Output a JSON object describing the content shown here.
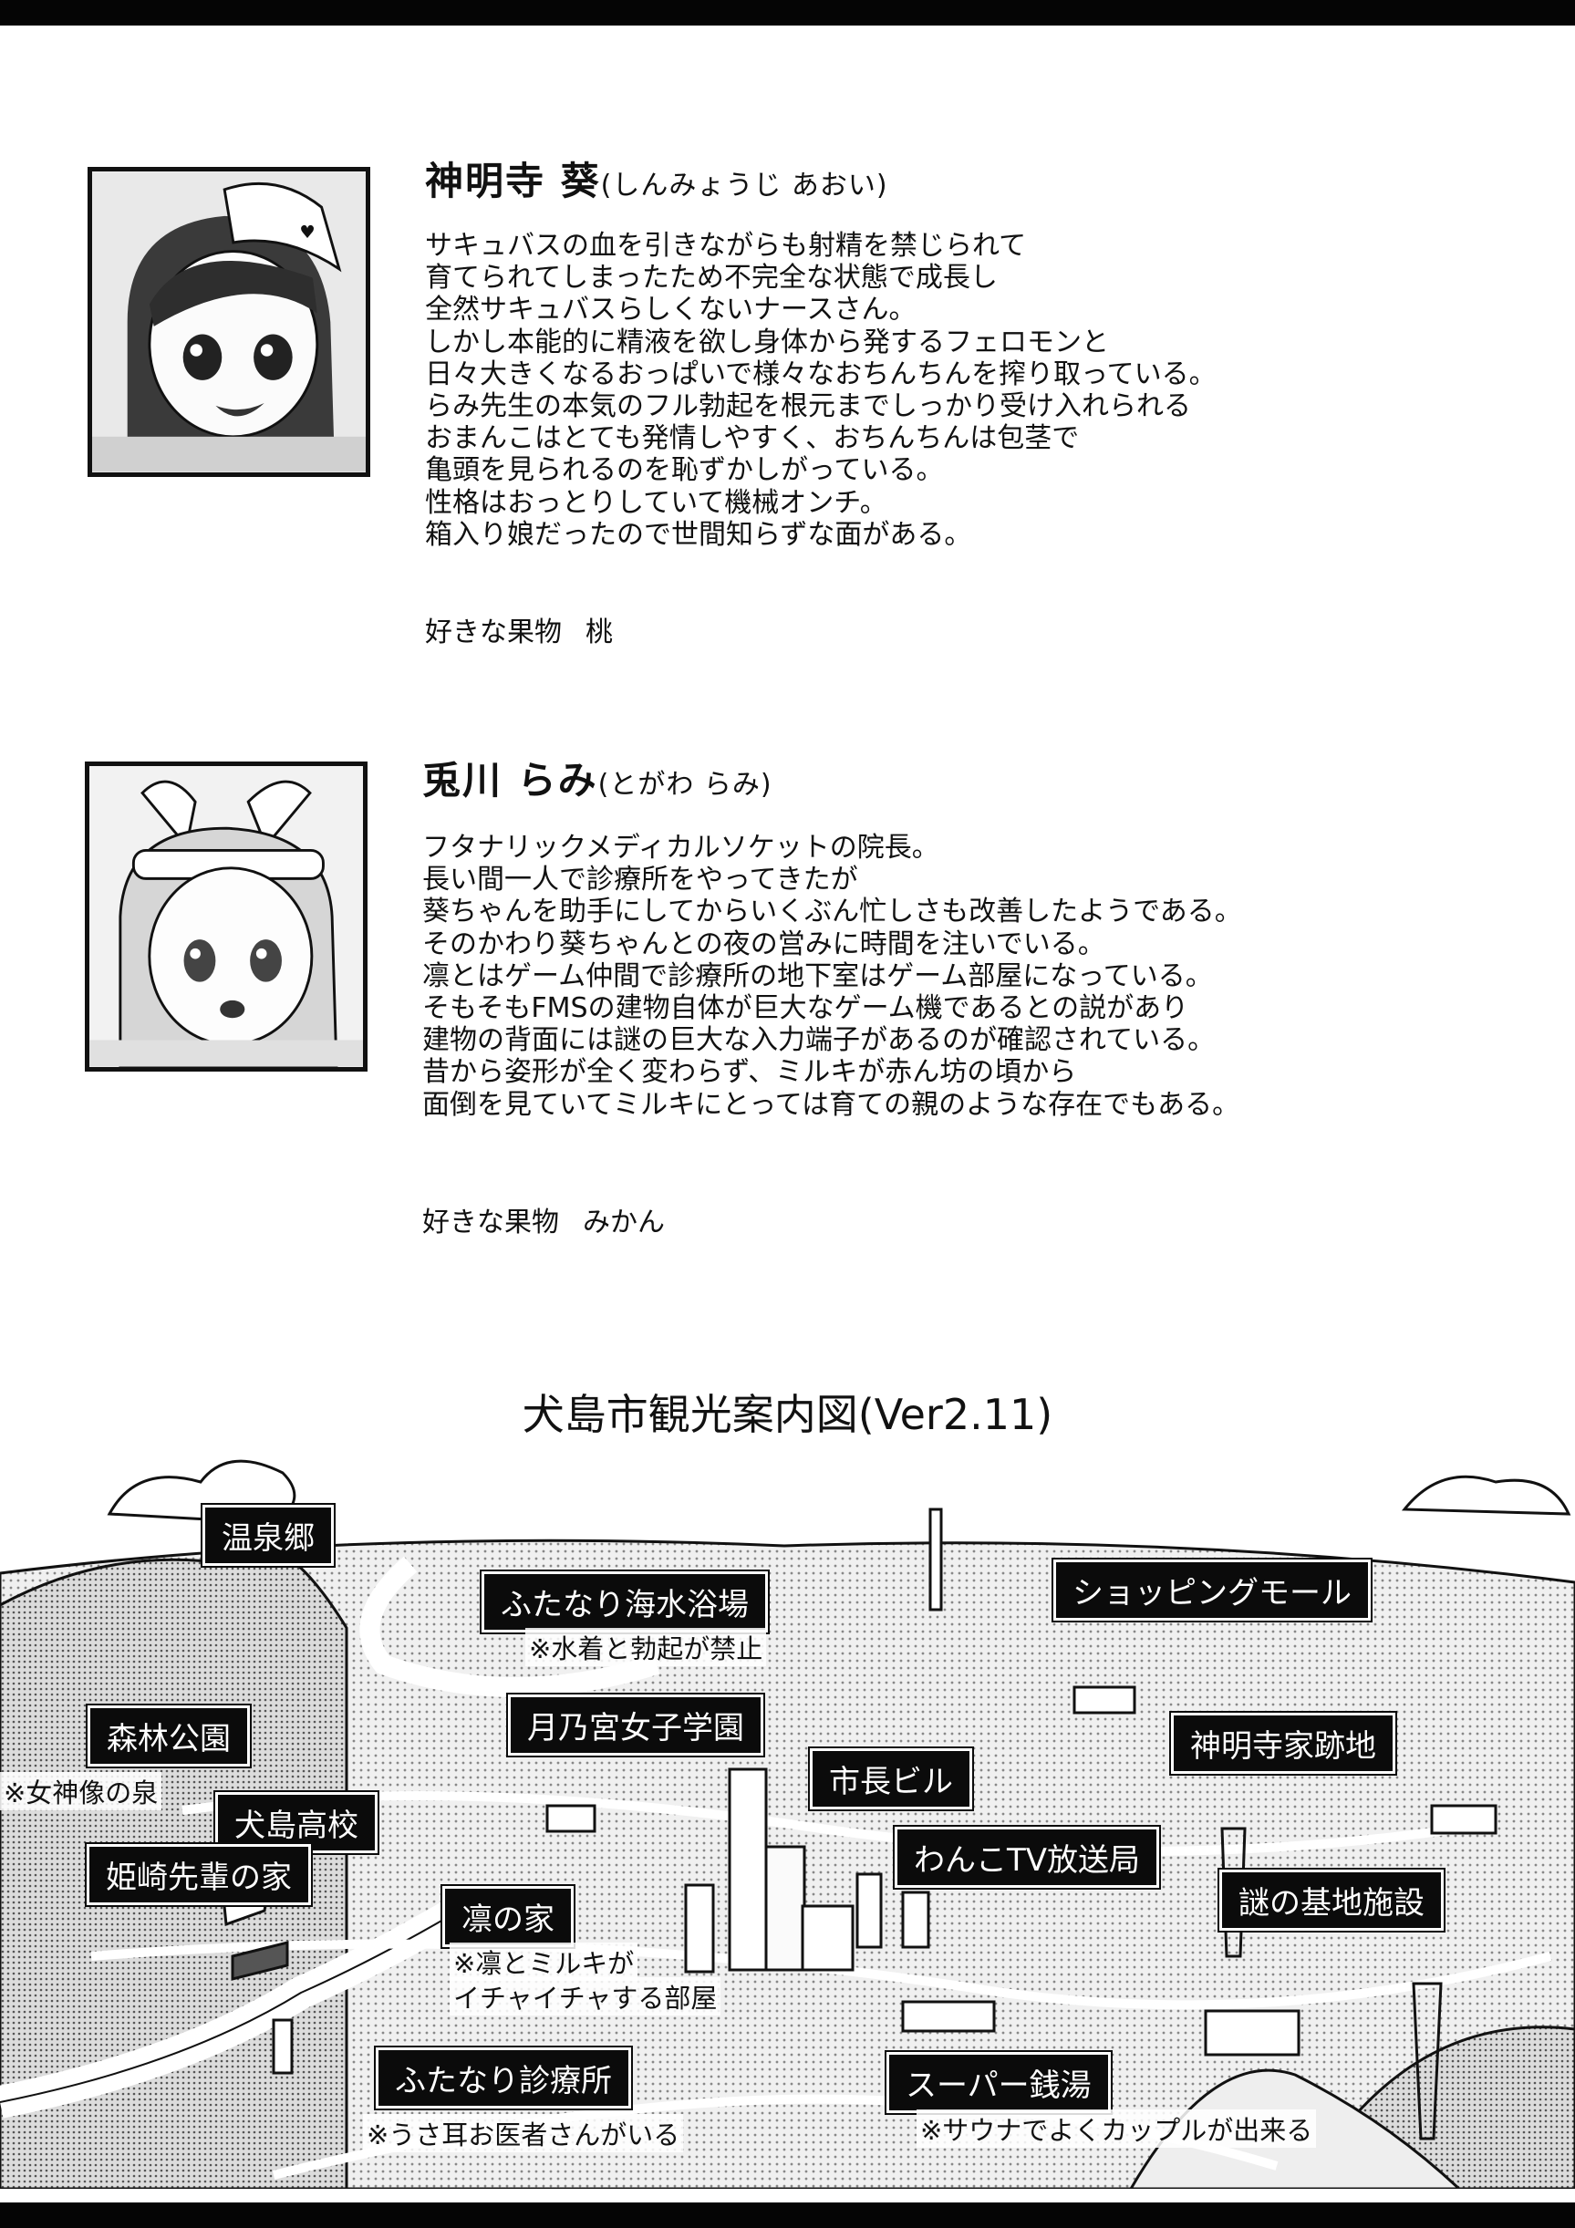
{
  "profiles": [
    {
      "name": "神明寺 葵",
      "reading": "(しんみょうじ あおい)",
      "bio": [
        "サキュバスの血を引きながらも射精を禁じられて",
        "育てられてしまったため不完全な状態で成長し",
        "全然サキュバスらしくないナースさん。",
        "しかし本能的に精液を欲し身体から発するフェロモンと",
        "日々大きくなるおっぱいで様々なおちんちんを搾り取っている。",
        "らみ先生の本気のフル勃起を根元までしっかり受け入れられる",
        "おまんこはとても発情しやすく、おちんちんは包茎で",
        "亀頭を見られるのを恥ずかしがっている。",
        "性格はおっとりしていて機械オンチ。",
        "箱入り娘だったので世間知らずな面がある。"
      ],
      "fruit_label": "好きな果物",
      "fruit_value": "桃"
    },
    {
      "name": "兎川 らみ",
      "reading": "(とがわ らみ)",
      "bio": [
        "フタナリックメディカルソケットの院長。",
        "長い間一人で診療所をやってきたが",
        "葵ちゃんを助手にしてからいくぶん忙しさも改善したようである。",
        "そのかわり葵ちゃんとの夜の営みに時間を注いでいる。",
        "凛とはゲーム仲間で診療所の地下室はゲーム部屋になっている。",
        "そもそもFMSの建物自体が巨大なゲーム機であるとの説があり",
        "建物の背面には謎の巨大な入力端子があるのが確認されている。",
        "昔から姿形が全く変わらず、ミルキが赤ん坊の頃から",
        "面倒を見ていてミルキにとっては育ての親のような存在でもある。"
      ],
      "fruit_label": "好きな果物",
      "fruit_value": "みかん"
    }
  ],
  "map": {
    "title": "犬島市観光案内図(Ver2.11)",
    "labels": [
      "温泉郷",
      "ふたなり海水浴場",
      "ショッピングモール",
      "森林公園",
      "月乃宮女子学園",
      "神明寺家跡地",
      "市長ビル",
      "犬島高校",
      "わんこTV放送局",
      "姫崎先輩の家",
      "凛の家",
      "謎の基地施設",
      "ふたなり診療所",
      "スーパー銭湯"
    ],
    "notes": [
      "※水着と勃起が禁止",
      "※女神像の泉",
      "※凛とミルキが",
      "イチャイチャする部屋",
      "※うさ耳お医者さんがいる",
      "※サウナでよくカップルが出来る"
    ]
  }
}
